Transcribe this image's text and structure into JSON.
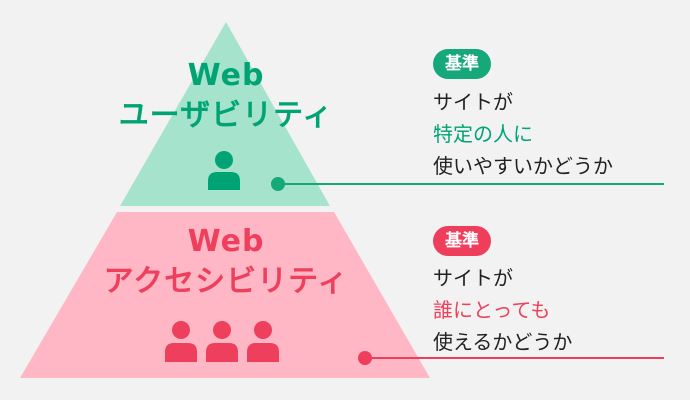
{
  "colors": {
    "background": "#f2f2f2",
    "usability_fill": "#a6e3cc",
    "accessibility_fill": "#ffb7c5",
    "usability_accent": "#00a474",
    "accessibility_accent": "#ee3f5c",
    "text": "#222222"
  },
  "usability": {
    "title_line1": "Web",
    "title_line2": "ユーザビリティ",
    "badge": "基準",
    "desc_line1": "サイトが",
    "desc_line2": "特定の人に",
    "desc_line3": "使いやすいかどうか",
    "user_icons": [
      "person-icon"
    ]
  },
  "accessibility": {
    "title_line1": "Web",
    "title_line2": "アクセシビリティ",
    "badge": "基準",
    "desc_line1": "サイトが",
    "desc_line2": "誰にとっても",
    "desc_line3": "使えるかどうか",
    "user_icons": [
      "person-icon",
      "person-icon",
      "person-icon"
    ]
  }
}
